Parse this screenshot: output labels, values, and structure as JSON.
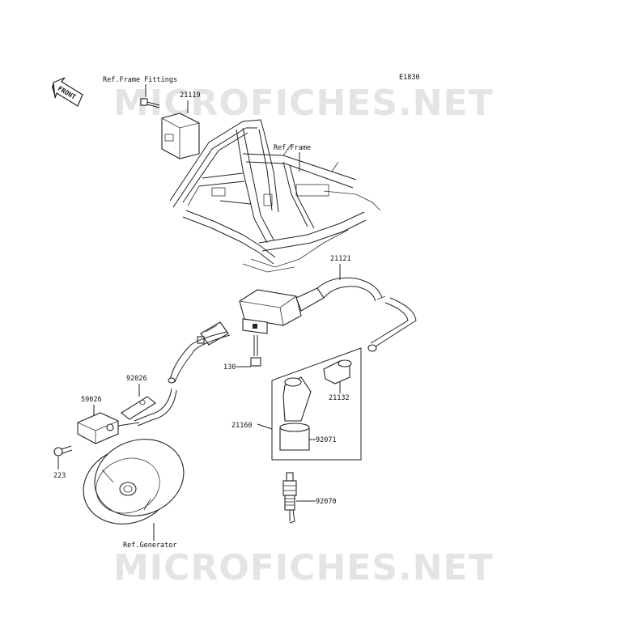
{
  "diagram_code": "E1830",
  "watermark": "MICROFICHES.NET",
  "front_label": "FRONT",
  "labels": {
    "ref_frame_fittings": "Ref.Frame Fittings",
    "ref_frame": "Ref.Frame",
    "ref_generator": "Ref.Generator",
    "p21119": "21119",
    "p21121": "21121",
    "p130": "130",
    "p92026": "92026",
    "p59026": "59026",
    "p223": "223",
    "p21132": "21132",
    "p21160": "21160",
    "p92071": "92071",
    "p92070": "92070"
  }
}
